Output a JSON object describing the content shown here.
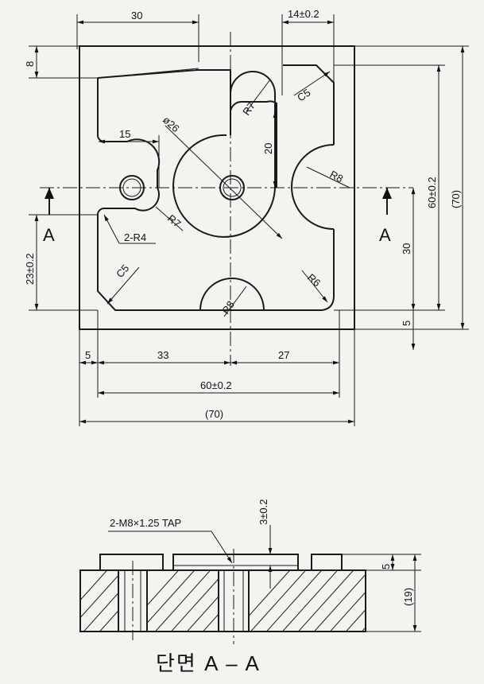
{
  "drawing": {
    "plan_dims": {
      "top_30": "30",
      "top_14": "14±0.2",
      "left_8": "8",
      "right_60": "60±0.2",
      "right_70": "(70)",
      "right_30": "30",
      "right_5": "5",
      "left_23": "23±0.2",
      "bottom_5": "5",
      "bottom_33": "33",
      "bottom_27": "27",
      "bottom_60": "60±0.2",
      "bottom_70": "(70)",
      "hole_15": "15",
      "hole_20": "20"
    },
    "plan_callouts": {
      "r7_top": "R7",
      "c5_top": "C5",
      "dia26": "ø26",
      "r8_right": "R8",
      "r7_lower": "R7",
      "r4": "2-R4",
      "c5_bottom": "C5",
      "r6": "R6",
      "r8_bottom": "R8"
    },
    "section_marks": {
      "left": "A",
      "right": "A"
    },
    "section_dims": {
      "tap_note": "2-M8×1.25 TAP",
      "depth_3": "3±0.2",
      "step_5": "5",
      "height_19": "(19)"
    },
    "section_title": "단면 A – A"
  }
}
